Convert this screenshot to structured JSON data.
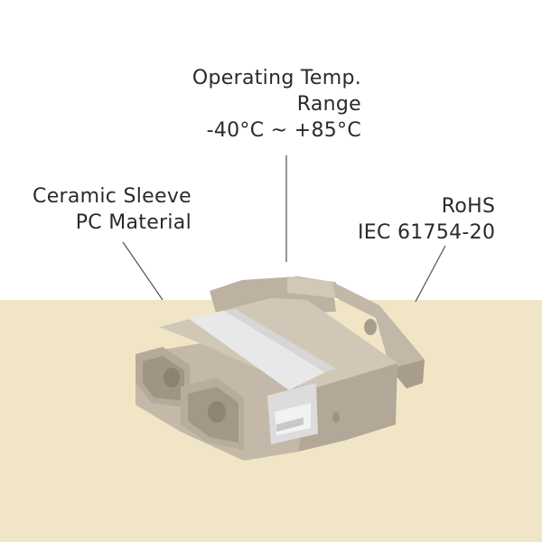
{
  "labels": {
    "temp": {
      "line1": "Operating Temp.",
      "line2": "Range",
      "line3": "-40°C ~ +85°C"
    },
    "ceramic": {
      "line1": "Ceramic Sleeve",
      "line2": "PC Material"
    },
    "rohs": {
      "line1": "RoHS",
      "line2": "IEC 61754-20"
    }
  },
  "colors": {
    "background_top": "#ffffff",
    "background_bottom": "#f0e6c6",
    "adapter_body": "#c9beae",
    "adapter_shadow": "#a89d8d",
    "clip_band": "#e6e6e6",
    "text": "#2a2a2a",
    "leader_line": "#5a5a5a"
  },
  "icons": {
    "product": "sc-duplex-fiber-adapter-icon"
  }
}
